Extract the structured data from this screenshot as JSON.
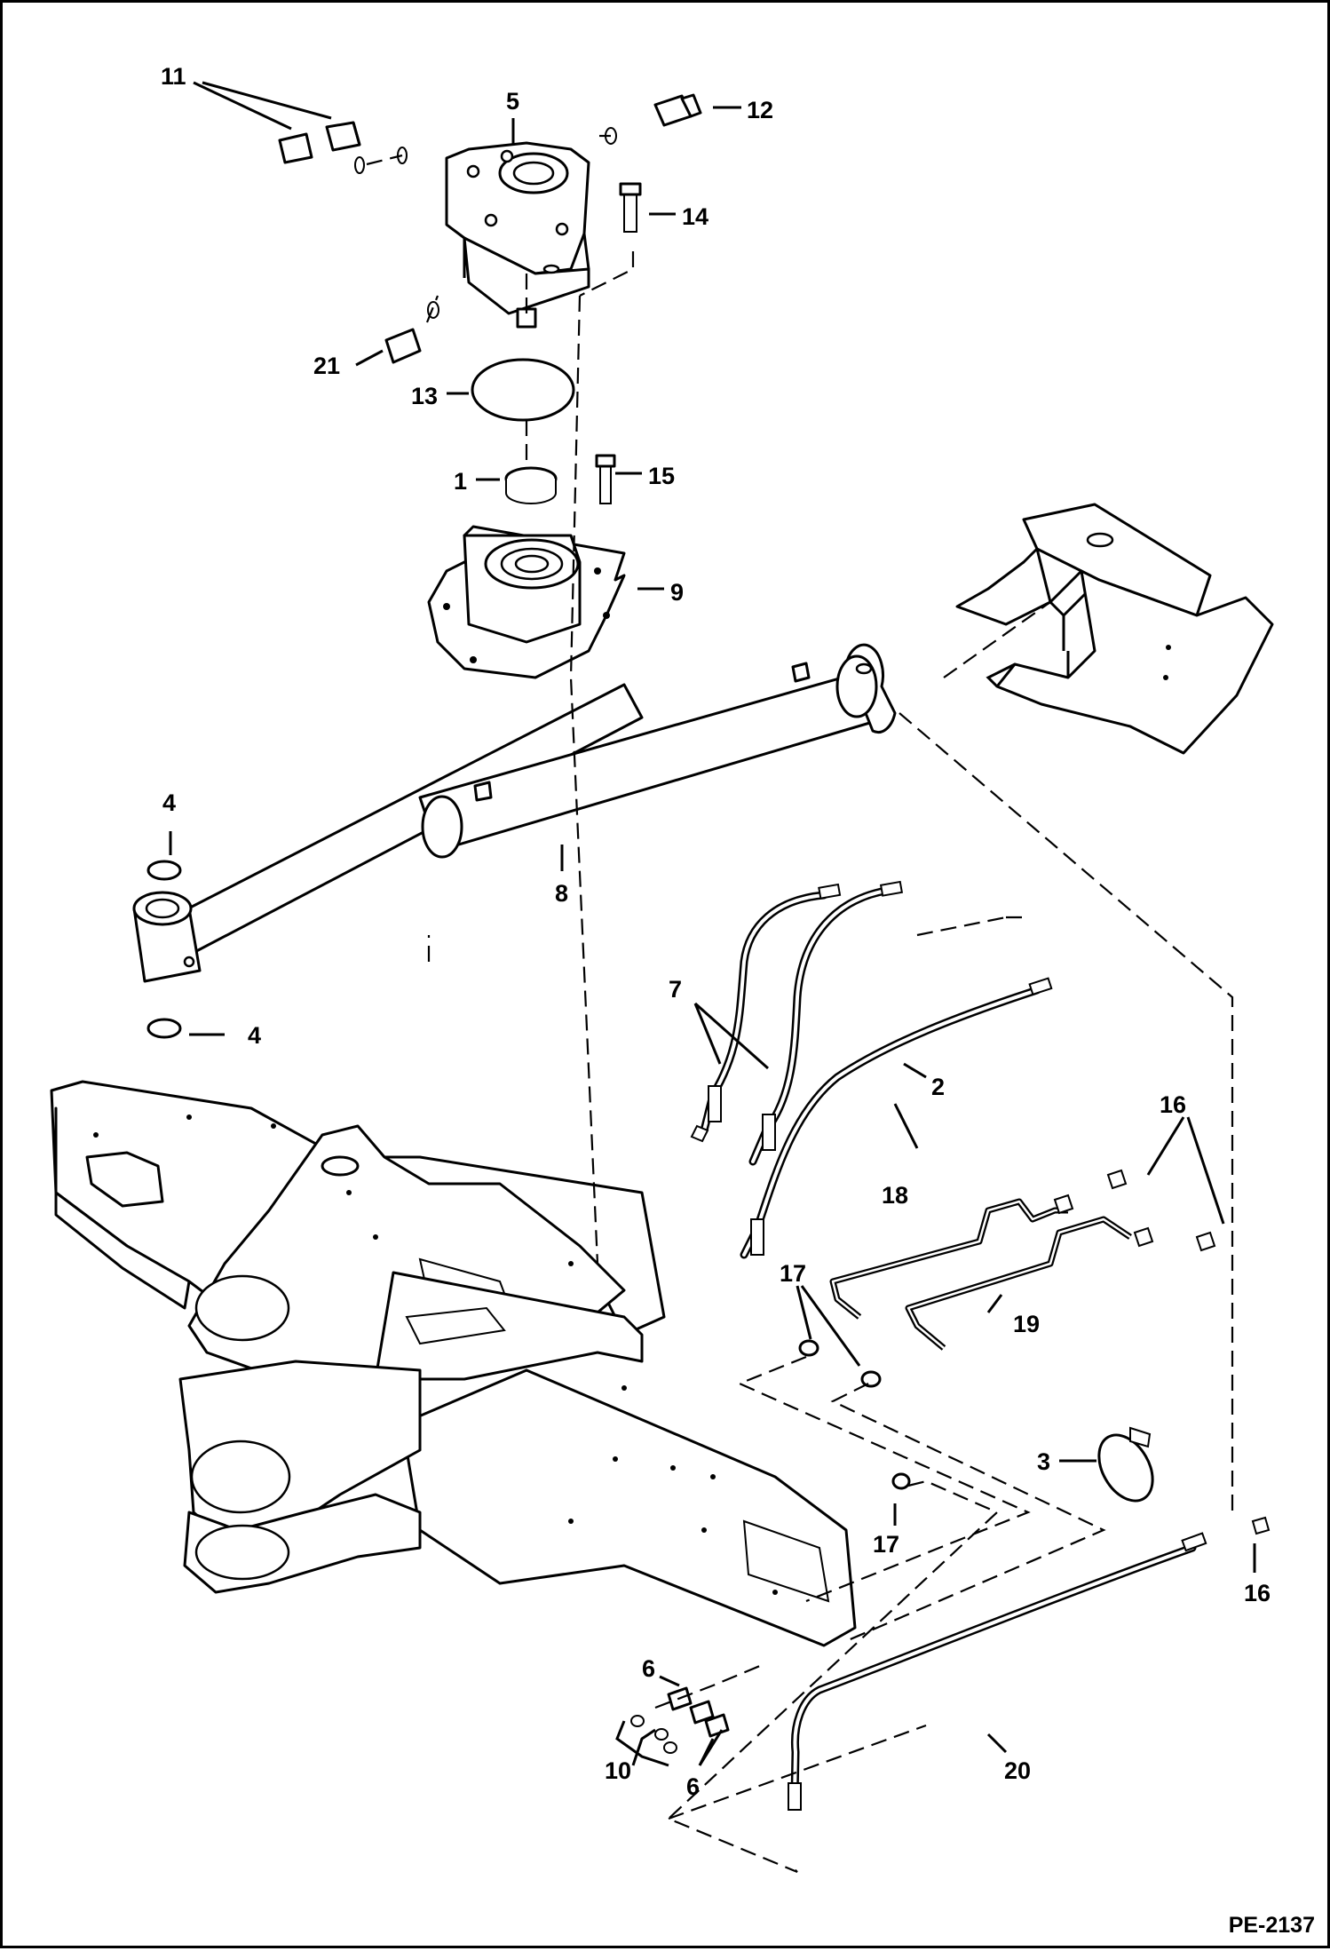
{
  "drawing_ref": "PE-2137",
  "callouts": {
    "c1": "1",
    "c2": "2",
    "c3": "3",
    "c4a": "4",
    "c4b": "4",
    "c5": "5",
    "c6a": "6",
    "c6b": "6",
    "c7": "7",
    "c8": "8",
    "c9": "9",
    "c10": "10",
    "c11": "11",
    "c12": "12",
    "c13": "13",
    "c14": "14",
    "c15": "15",
    "c16a": "16",
    "c16b": "16",
    "c17a": "17",
    "c17b": "17",
    "c18": "18",
    "c19": "19",
    "c20": "20",
    "c21": "21"
  }
}
